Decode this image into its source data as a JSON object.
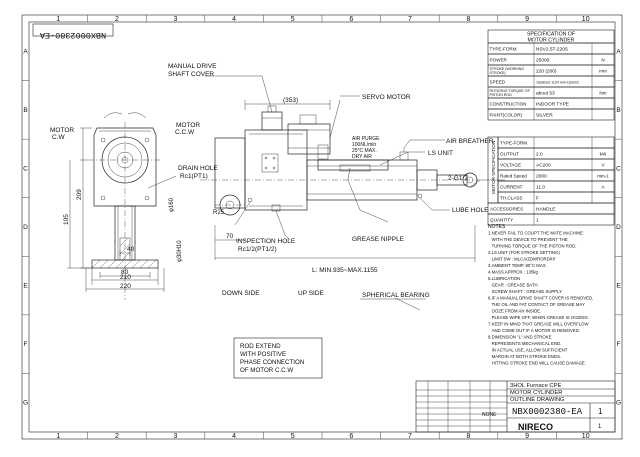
{
  "drawing_id_rotated": "NBX0002380-EA",
  "grid_cols": [
    "1",
    "2",
    "3",
    "4",
    "5",
    "6",
    "7",
    "8",
    "9",
    "10"
  ],
  "grid_rows": [
    "A",
    "B",
    "C",
    "D",
    "E",
    "F",
    "G"
  ],
  "labels": {
    "manual_drive": "MANUAL DRIVE",
    "shaft_cover": "SHAFT COVER",
    "servo_motor": "SERVO MOTOR",
    "dim_353": "(353)",
    "motor_cw_1": "MOTOR",
    "motor_cw_2": "C.W",
    "motor_ccw_1": "MOTOR",
    "motor_ccw_2": "C.C.W",
    "air_purge_1": "AIR PURGE",
    "air_purge_2": "100NL/min",
    "air_purge_3": "25°C MAX.",
    "air_purge_4": "DRY AIR",
    "air_breather": "AIR BREATHER",
    "ls_unit": "LS UNIT",
    "drain_hole_1": "DRAIN HOLE",
    "drain_hole_2": "Rc1(PT1)",
    "g_half": "2-G1/2",
    "lube_hole": "LUBE HOLE",
    "inspection_1": "INSPECTION HOLE",
    "inspection_2": "Rc1/2(PT1/2)",
    "grease_nipple": "GREASE NIPPLE",
    "stroke_length": "L: MIN.935~MAX.1155",
    "down_side": "DOWN SIDE",
    "up_side": "UP SIDE",
    "spherical_bearing": "SPHERICAL BEARING",
    "dim_209": "209",
    "dim_105": "105",
    "dim_40": "40",
    "dim_80": "80",
    "dim_210": "210",
    "dim_220": "220",
    "dim_70": "70",
    "dim_r25": "R25",
    "dim_bore": "φ30H10",
    "dim_phi": "φ160",
    "rod_note_1": "ROD EXTEND",
    "rod_note_2": "WITH POSITIVE",
    "rod_note_3": "PHASE CONNECTION",
    "rod_note_4": "OF MOTOR C.C.W"
  },
  "spec1": {
    "title_1": "SPECIFICATION OF",
    "title_2": "MOTOR CYLINDER",
    "rows": [
      {
        "k": "TYPE-FORM",
        "v": "NSV2.5T-220S",
        "u": ""
      },
      {
        "k": "POWER",
        "v": "25000",
        "u": "N"
      },
      {
        "k": "STROKE (WORKING STROKE)",
        "v": "220 (200)",
        "u": "mm"
      },
      {
        "k": "SPEED",
        "v": "10(about 1124 min-1)mm/s",
        "u": ""
      },
      {
        "k": "ROTATING TORQUE OF PISTON ROD",
        "v": "about 53",
        "u": "Nm"
      },
      {
        "k": "CONSTRUCTION",
        "v": "INDOOR TYPE",
        "u": ""
      },
      {
        "k": "PAINT(COLOR)",
        "v": "SILVER",
        "u": ""
      }
    ]
  },
  "spec2": {
    "side_label": "MOTOR SPECIFICATION",
    "rows": [
      {
        "k": "TYPE-FORM",
        "v": "",
        "u": ""
      },
      {
        "k": "OUTPUT",
        "v": "2.0",
        "u": "kW"
      },
      {
        "k": "VOLTAGE",
        "v": "AC200",
        "u": "V"
      },
      {
        "k": "Rated Speed",
        "v": "2000",
        "u": "min-1"
      },
      {
        "k": "CURRENT",
        "v": "11.0",
        "u": "A"
      },
      {
        "k": "TH.CLASS",
        "v": "F",
        "u": ""
      }
    ],
    "extra": [
      {
        "k": "ACCESSORIES",
        "v": "HANDLE"
      },
      {
        "k": "QUANTITY",
        "v": "1"
      }
    ]
  },
  "notes": [
    "NOTES",
    "1.NEVER FAIL TO COUPT THE MATE MACHINE",
    "  WITH THE DEVICE TO PREVENT THE",
    "  TURNING TORQUE OF THE PISTON ROD.",
    "2.LS.UNIT (FOR STROKE SETTING)",
    "  LIMIT SW : MLCAIZDWRORDKP",
    "3.AMBIENT TEMP. 80°C MAX.",
    "4.MASS APPROX : 135kg",
    "5.LUBRICATION",
    "  GEAR : GREASE BATH",
    "  SCREW SHAFT : GREASE SUPPLY",
    "6.IF A MANUAL DRIVE SHAFT COVER IS REMOVED,",
    "  THE OIL AND FAT CONTACT OF GREASE MAY",
    "  OOZE FROM AN INSIDE.",
    "  PLEASE WIPE OFF, WHEN GREASE IS OOZING.",
    "7.KEEP IN MIND THAT GREASE WILL OVERFLOW",
    "  AND COME OUT IF A MOTOR IS REMOVED.",
    "8.DIMENSION \"L\" AND STROKE",
    "  REPRESENTS MECHANICAL END.",
    "  IN ACTUAL USE, ALLOW SUFFICIENT",
    "  MARGIN AT BOTH STROKE ENDS.",
    "  HITTING STROKE END WILL CAUSE DAMAGE."
  ],
  "title_block": {
    "line1": "3HOL Furnace CPE",
    "line2": "MOTOR CYLINDER",
    "line3": "OUTLINE DRAWING",
    "drawing_no": "NBX0002380-EA",
    "company": "NIRECO",
    "sheet": "1",
    "scale_label": "NONE",
    "rev": "1"
  }
}
